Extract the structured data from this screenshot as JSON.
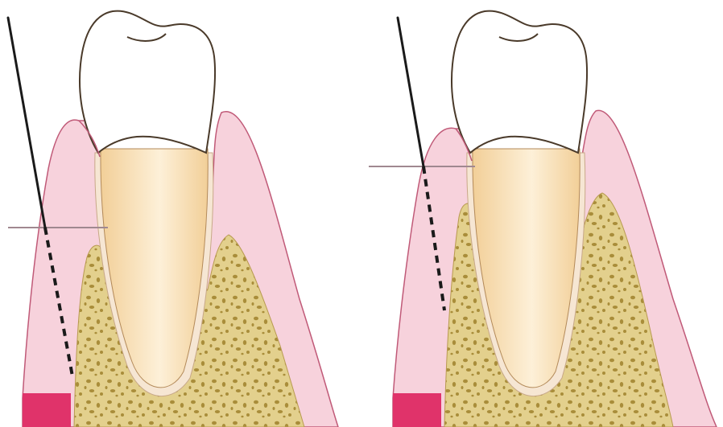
{
  "colors": {
    "background": "#ffffff",
    "gingiva_fill": "#f7d2dc",
    "gingiva_stroke": "#c05a78",
    "bone_fill": "#e3d08d",
    "bone_spots": "#a98d3a",
    "root_fill_light": "#fdf0d8",
    "root_fill_dark": "#f2cf98",
    "crown_fill": "#ffffff",
    "tooth_stroke": "#4a3a2a",
    "ligament_fill": "#f6e6d3",
    "probe_color": "#1a1a1a",
    "reference_line": "#a08890",
    "attachment_marker": "#e0336a"
  },
  "icons": {
    "probe": "periodontal-probe-icon",
    "tooth": "tooth-icon"
  },
  "panels": [
    {
      "id": "left",
      "probe_depth": "deep"
    },
    {
      "id": "right",
      "probe_depth": "shallow"
    }
  ]
}
